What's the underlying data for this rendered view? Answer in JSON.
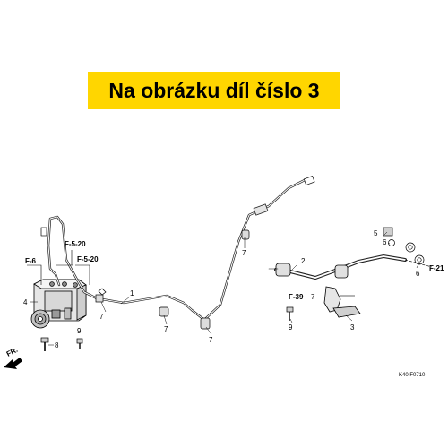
{
  "banner": {
    "text": "Na obrázku díl číslo 3",
    "color": "#ffd600"
  },
  "diagram_code": "K40IF0710",
  "direction_label": "FR.",
  "references": {
    "f6": "F-6",
    "f520_top": "F-5-20",
    "f520_bottom": "F-5-20",
    "f39": "F-39",
    "f21": "F-21"
  },
  "callouts": {
    "c1": "1",
    "c2": "2",
    "c3": "3",
    "c4": "4",
    "c5": "5",
    "c6a": "6",
    "c6b": "6",
    "c7a": "7",
    "c7b": "7",
    "c7c": "7",
    "c7d": "7",
    "c7e": "7",
    "c8": "8",
    "c9a": "9",
    "c9b": "9"
  }
}
